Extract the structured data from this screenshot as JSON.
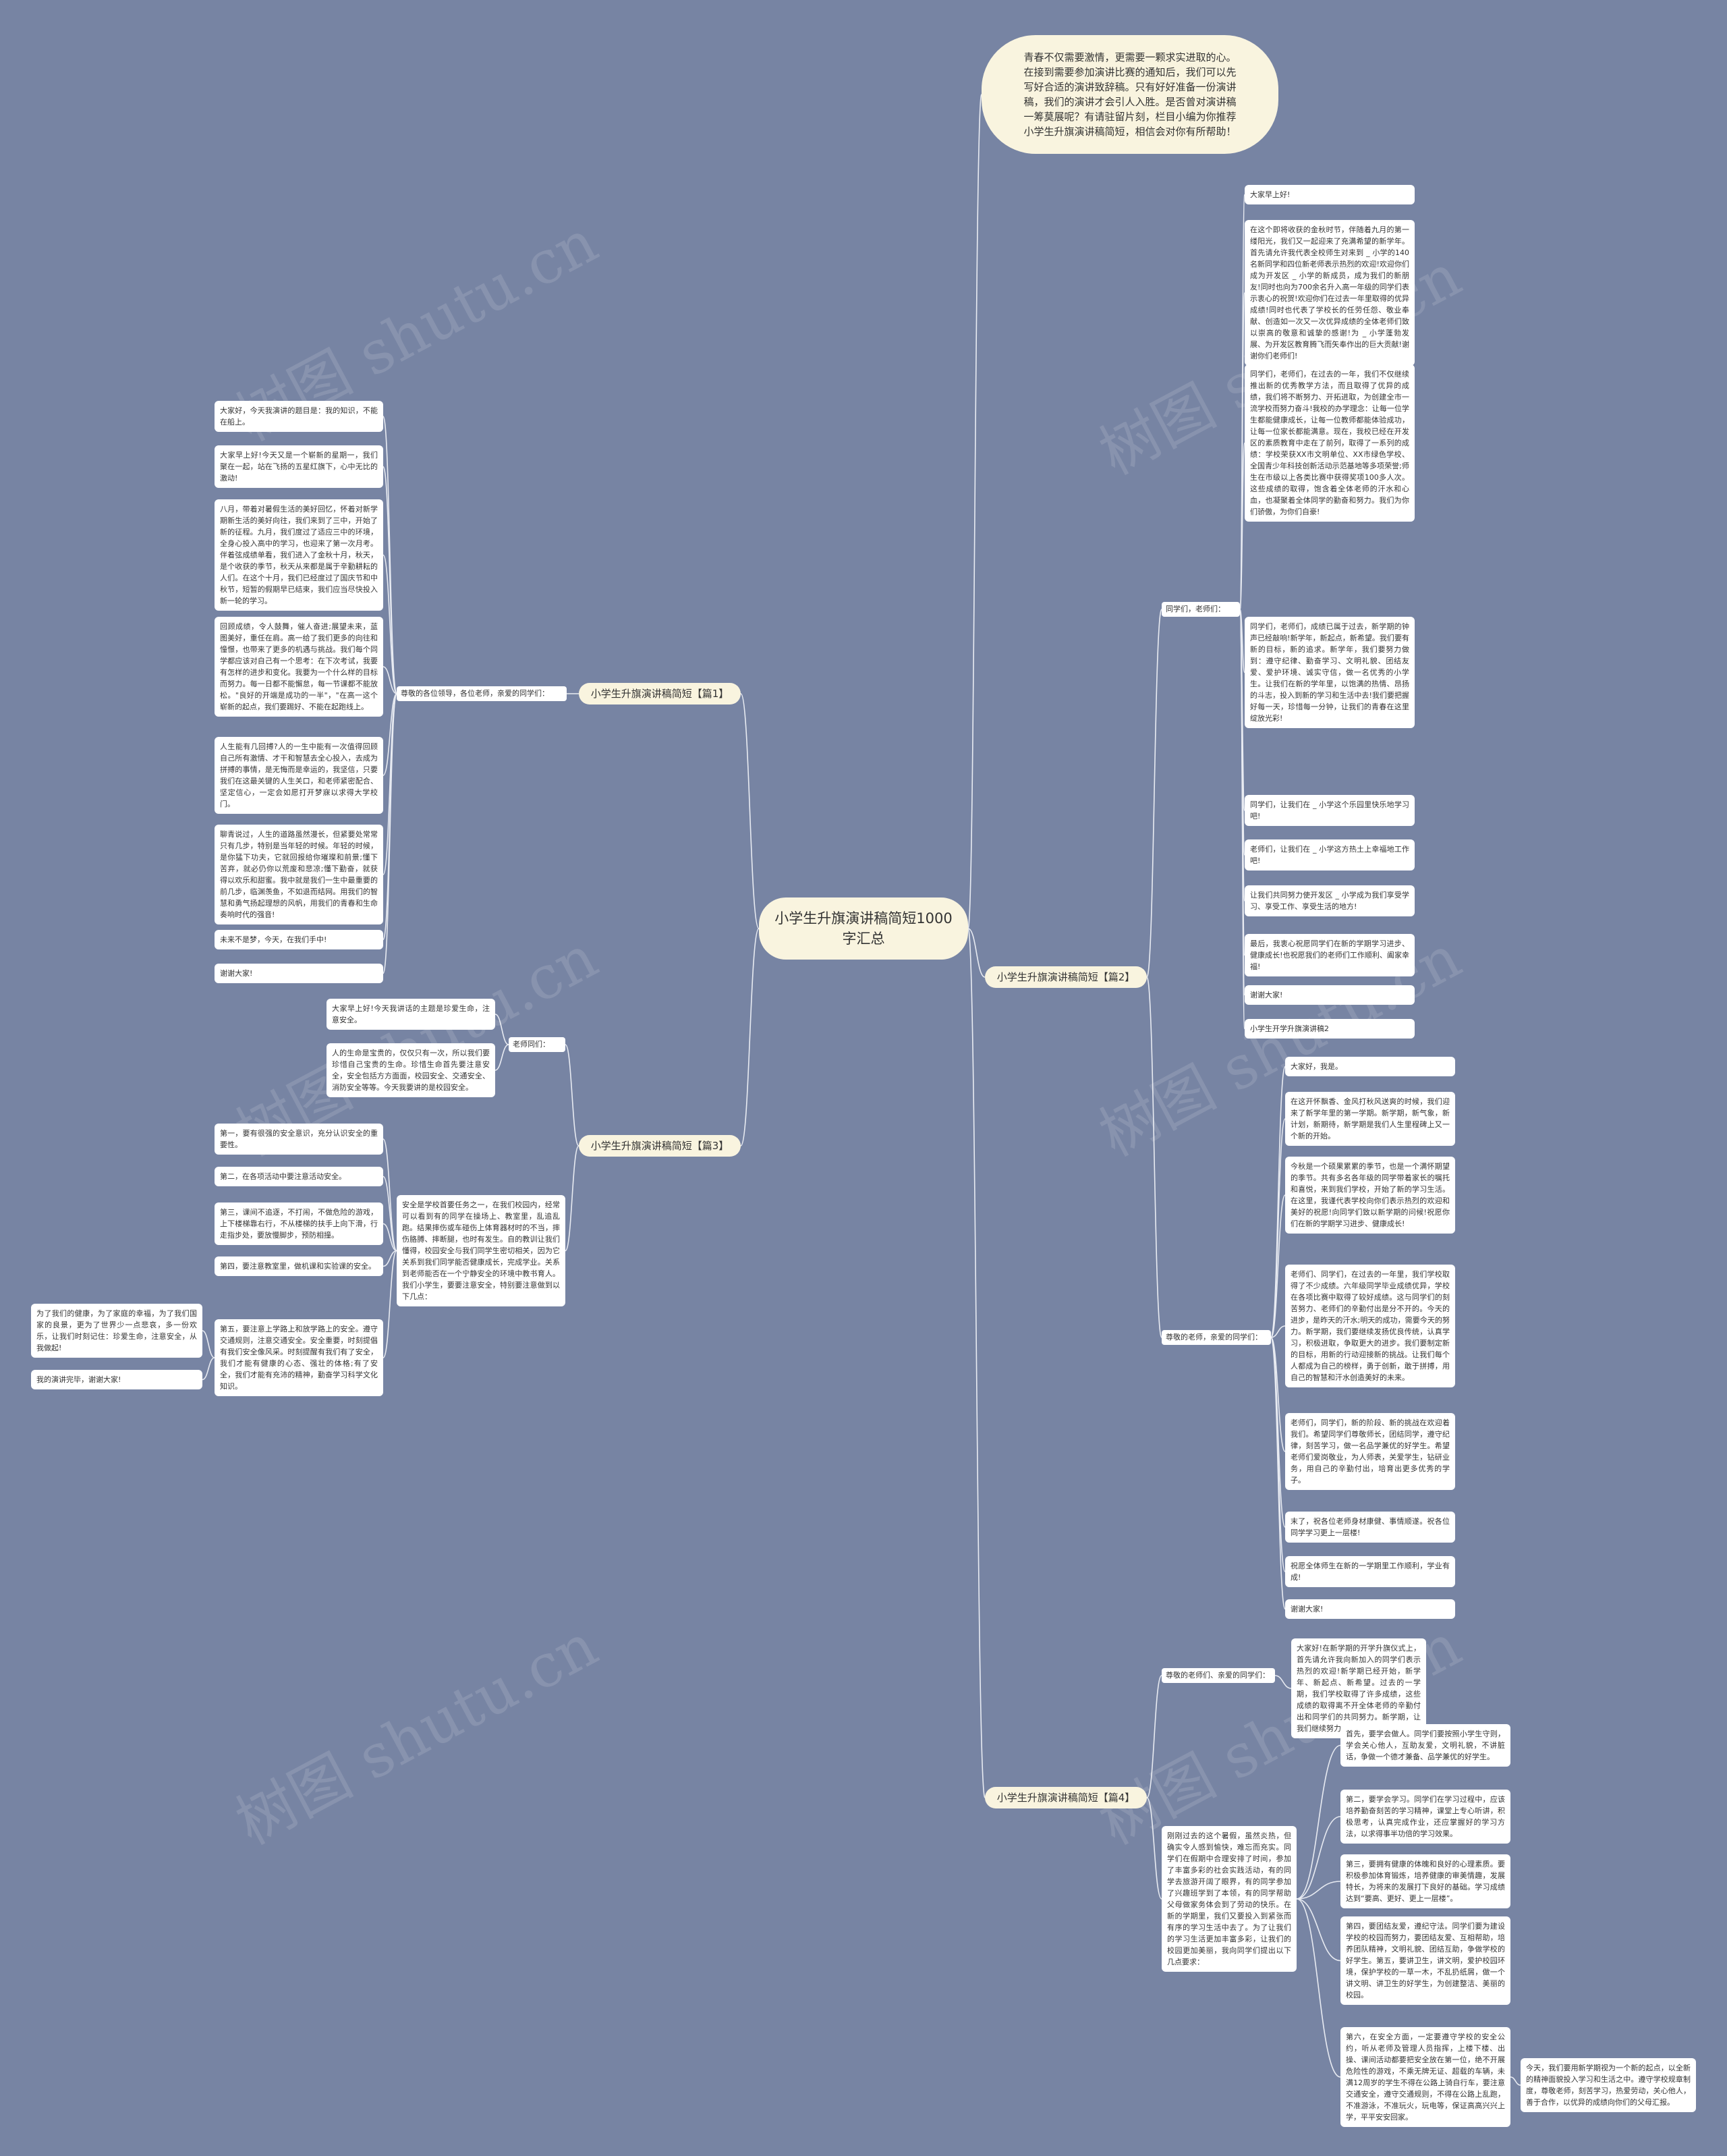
{
  "watermark": "树图 shutu.cn",
  "root": "小学生升旗演讲稿简短1000字汇总",
  "intro": "青春不仅需要激情，更需要一颗求实进取的心。在接到需要参加演讲比赛的通知后，我们可以先写好合适的演讲致辞稿。只有好好准备一份演讲稿，我们的演讲才会引人入胜。是否曾对演讲稿一筹莫展呢？有请驻留片刻，栏目小编为你推荐小学生升旗演讲稿简短，相信会对你有所帮助！",
  "branch1": {
    "title": "小学生升旗演讲稿简短【篇1】",
    "label": "尊敬的各位领导，各位老师，亲爱的同学们：",
    "items": [
      "大家好，今天我演讲的题目是：我的知识，不能在船上。",
      "大家早上好!今天又是一个崭新的星期一，我们聚在一起，站在飞扬的五星红旗下，心中无比的激动!",
      "八月，带着对暑假生活的美好回忆，怀着对新学期新生活的美好向往，我们来到了三中，开始了新的征程。九月，我们度过了适应三中的环境，全身心投入高中的学习，也迎来了第一次月考。伴着弦成绩单看，我们进入了金秋十月，秋天，是个收获的季节，秋天从来都是属于辛勤耕耘的人们。在这个十月，我们已经度过了国庆节和中秋节，短暂的假期早已结束，我们应当尽快投入新一轮的学习。",
      "回顾成绩，令人鼓舞，催人奋进;展望未来，蓝图美好，重任在肩。高一给了我们更多的向往和憧憬，也带来了更多的机遇与挑战。我们每个同学都应该对自己有一个思考：在下次考试，我要有怎样的进步和变化。我要为一个什么样的目标而努力。每一日都不能懈怠，每一节课都不能放松。\"良好的开端是成功的一半\"，\"在高一这个崭新的起点，我们要踢好、不能在起跑线上。",
      "人生能有几回搏?人的一生中能有一次值得回顾自己所有激情、才干和智慧去全心投入，去成为拼搏的事情，是无悔而是幸运的，我坚信，只要我们在这最关键的人生关口，和老师紧密配合、坚定信心，一定会如愿打开梦寐以求得大学校门。",
      "聊青说过，人生的道路虽然漫长，但紧要处常常只有几步，特别是当年轻的时候。年轻的时候，是你猛下功夫，它就回报给你璀璨和前景;懂下苦弃，就必仍你以荒废和悲凉;懂下勤奋，就获得以欢乐和甜蜜。我中就是我们一生中最重要的前几步，临渊羡鱼，不如退而结网。用我们的智慧和勇气扬起理想的风帆，用我们的青春和生命奏响时代的强音!",
      "未来不是梦，今天，在我们手中!",
      "谢谢大家!"
    ]
  },
  "branch3": {
    "title": "小学生升旗演讲稿简短【篇3】",
    "label": "老师同们：",
    "head": [
      "大家早上好!今天我讲话的主题是珍爱生命，注意安全。",
      "人的生命是宝贵的，仅仅只有一次，所以我们要珍惜自己宝贵的生命。珍惜生命首先要注意安全，安全包括方方面面，校园安全、交通安全、消防安全等等。今天我要讲的是校园安全。"
    ],
    "mid": "安全是学校首要任务之一，在我们校园内，经常可以看到有的同学在操场上、教室里，乱追乱跑。结果摔伤或车碰伤上体育器材时的不当，摔伤胳膊、摔断腿，也时有发生。自的教训让我们懂得，校园安全与我们同学生密切相关，因为它关系到我们同学能否健康成长，完成学业。关系到老师能否在一个宁静安全的环境中教书育人。我们小学生，要要注意安全，特别要注意做到以下几点：",
    "items": [
      "第一，要有很强的安全意识，充分认识安全的重要性。",
      "第二，在各项活动中要注意活动安全。",
      "第三，课间不追逐，不打闹，不做危险的游戏，上下楼梯靠右行，不从楼梯的扶手上向下滑，行走指步处，要放慢脚步，预防相撞。",
      "第四，要注意教室里，做机课和实验课的安全。",
      "第五，要注意上学路上和放学路上的安全。遵守交通规则，注意交通安全。安全重要，时刻提倡有我们安全像风采。时刻提醒有我们有了安全，我们才能有健康的心态、强壮的体格;有了安全，我们才能有充沛的精神，勤奋学习科学文化知识。"
    ],
    "tail": [
      "为了我们的健康，为了家庭的幸福，为了我们国家的良景，更为了世界少一点悲哀，多一份欢乐，让我们时刻记住：珍爱生命，注意安全，从我做起!",
      "我的演讲完毕，谢谢大家!"
    ]
  },
  "branch2": {
    "title": "小学生升旗演讲稿简短【篇2】",
    "groupA": {
      "label": "同学们，老师们：",
      "items": [
        "大家早上好!",
        "在这个即将收获的金秋时节，伴随着九月的第一缕阳光，我们又一起迎来了充满希望的新学年。首先请允许我代表全校师生对来到 _ 小学的140名新同学和四位新老师表示热烈的欢迎!欢迎你们成为开发区 _ 小学的新成员，成为我们的新朋友!同时也向为700余名升入高一年级的同学们表示衷心的祝贺!欢迎你们在过去一年里取得的优异成绩!同时也代表了学校长的任劳任怨、敬业奉献、创造如一次又一次优异成绩的全体老师们致以崇高的敬意和诚挚的感谢!为 _ 小学蓬勃发展、为开发区教育腾飞而矢奉作出的巨大贡献!谢谢你们老师们!",
        "同学们，老师们，在过去的一年，我们不仅继续推出新的优秀教学方法，而且取得了优异的成绩，我们将不断努力、开拓进取，为创建全市一流学校而努力奋斗!我校的办学理念：让每一位学生都能健康成长，让每一位教师都能体验成功，让每一位家长都能满意。现在，我校已经在开发区的素质教育中走在了前列，取得了一系列的成绩：学校荣获XX市文明单位、XX市绿色学校、全国青少年科技创新活动示范基地等多项荣誉;师生在市级以上各类比赛中获得奖项100多人次。这些成绩的取得，饱含着全体老师的汗水和心血，也凝聚着全体同学的勤奋和努力。我们为你们骄傲，为你们自豪!",
        "同学们，老师们，成绩已属于过去，新学期的钟声已经敲响!新学年，新起点，新希望。我们要有新的目标，新的追求。新学年，我们要努力做到：遵守纪律、勤奋学习、文明礼貌、团结友爱、爱护环境、诚实守信，做一名优秀的小学生。让我们在新的学年里，以饱满的热情、昂扬的斗志，投入到新的学习和生活中去!我们要把握好每一天，珍惜每一分钟，让我们的青春在这里绽放光彩!",
        "同学们，让我们在 _ 小学这个乐园里快乐地学习吧!",
        "老师们，让我们在 _ 小学这方热土上幸福地工作吧!",
        "让我们共同努力使开发区 _ 小学成为我们享受学习、享受工作、享受生活的地方!",
        "最后，我衷心祝愿同学们在新的学期学习进步、健康成长!也祝愿我们的老师们工作顺利、阖家幸福!",
        "谢谢大家!",
        "小学生开学升旗演讲稿2"
      ]
    },
    "groupB": {
      "label": "尊敬的老师，亲爱的同学们：",
      "items": [
        "大家好，我是。",
        "在这开怀飘香、金风打秋风送爽的时候，我们迎来了新学年里的第一学期。新学期，新气象，新计划，新期待，新学期是我们人生里程碑上又一个新的开始。",
        "今秋是一个硕果累累的季节，也是一个满怀期望的季节。共有多名各年级的同学带着家长的嘱托和喜悦，来到我们学校，开始了新的学习生活。在这里，我谨代表学校向你们表示热烈的欢迎和美好的祝愿!向同学们致以新学期的问候!祝愿你们在新的学期学习进步、健康成长!",
        "老师们、同学们，在过去的一年里，我们学校取得了不少成绩。六年级同学毕业成绩优异，学校在各项比赛中取得了较好成绩。这与同学们的刻苦努力、老师们的辛勤付出是分不开的。今天的进步，是昨天的汗水;明天的成功，需要今天的努力。新学期，我们要继续发扬优良传统，认真学习，积极进取，争取更大的进步。我们要制定新的目标，用新的行动迎接新的挑战。让我们每个人都成为自己的榜样，勇于创新，敢于拼搏，用自己的智慧和汗水创造美好的未来。",
        "老师们，同学们，新的阶段、新的挑战在欢迎着我们。希望同学们尊敬师长，团结同学，遵守纪律，刻苦学习，做一名品学兼优的好学生。希望老师们爱岗敬业，为人师表，关爱学生，钻研业务，用自己的辛勤付出，培育出更多优秀的学子。",
        "末了，祝各位老师身材康健、事情顺遂。祝各位同学学习更上一层楼!",
        "祝愿全体师生在新的一学期里工作顺利，学业有成!",
        "谢谢大家!"
      ]
    }
  },
  "branch4": {
    "title": "小学生升旗演讲稿简短【篇4】",
    "labelA": "尊敬的老师们、亲爱的同学们：",
    "textA": "大家好!在新学期的开学升旗仪式上，首先请允许我向新加入的同学们表示热烈的欢迎!新学期已经开始，新学年、新起点、新希望。过去的一学期，我们学校取得了许多成绩，这些成绩的取得离不开全体老师的辛勤付出和同学们的共同努力。新学期，让我们继续努力，创造更加辉煌的成绩!",
    "mid": "刚刚过去的这个暑假，虽然炎热，但确实令人感到愉快，难忘而充实。同学们在假期中合理安排了时间，参加了丰富多彩的社会实践活动，有的同学去旅游开阔了眼界，有的同学参加了兴趣班学到了本领，有的同学帮助父母做家务体会到了劳动的快乐。在新的学期里，我们又要投入到紧张而有序的学习生活中去了。为了让我们的学习生活更加丰富多彩，让我们的校园更加美丽，我向同学们提出以下几点要求：",
    "items": [
      "首先，要学会做人。同学们要按照小学生守则，学会关心他人，互助友爱，文明礼貌，不讲脏话，争做一个德才兼备、品学兼优的好学生。",
      "第二，要学会学习。同学们在学习过程中，应该培养勤奋刻苦的学习精神，课堂上专心听讲，积极思考，认真完成作业，还应掌握好的学习方法，以求得事半功倍的学习效果。",
      "第三，要拥有健康的体魄和良好的心理素质。要积极参加体育锻炼，培养健康的审美情趣，发展特长，为将来的发展打下良好的基础。学习成绩达到“要高、更好、更上一层楼”。",
      "第四，要团结友爱，遵纪守法。同学们要为建设学校的校园而努力，要团结友爱、互相帮助，培养团队精神，文明礼貌、团结互助，争做学校的好学生。第五，要讲卫生，讲文明，爱护校园环境，保护学校的一草一木，不乱扔纸屑，做一个讲文明、讲卫生的好学生，为创建整洁、美丽的校园。",
      "第六，在安全方面，一定要遵守学校的安全公约，听从老师及管理人员指挥，上楼下楼、出操、课间活动都要把安全放在第一位，绝不开展危险性的游戏，不乘无牌无证、超载的车辆，未满12周岁的学生不得在公路上骑自行车，要注意交通安全，遵守交通规则，不得在公路上乱跑，不准游泳，不准玩火，玩电等，保证高高兴兴上学，平平安安回家。"
    ],
    "tail": "今天，我们要用新学期视为一个新的起点，以全新的精神面貌投入学习和生活之中。遵守学校规章制度，尊敬老师，刻苦学习，热爱劳动，关心他人，善于合作，以优异的成绩向你们的父母汇报。"
  }
}
